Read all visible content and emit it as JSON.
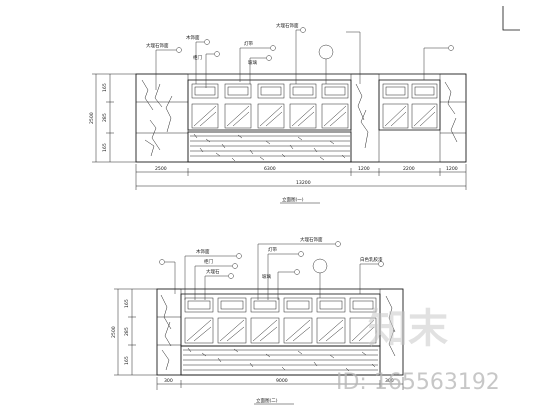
{
  "drawing": {
    "top_elevation": {
      "caption": "立面图(一)",
      "callouts": [
        "大理石饰面",
        "木饰面",
        "柜门",
        "灯带",
        "玻璃",
        "大理石饰面"
      ],
      "row_heights": [
        "165",
        "285",
        "165"
      ],
      "overall_height": "2500",
      "dims_bottom": [
        "2500",
        "6300",
        "1200",
        "2200",
        "1200"
      ],
      "overall_width": "13200"
    },
    "bottom_elevation": {
      "caption": "立面图(二)",
      "callouts": [
        "木饰面",
        "柜门",
        "大理石",
        "大理石饰面",
        "灯带",
        "玻璃",
        "白色乳胶漆"
      ],
      "row_heights": [
        "165",
        "285",
        "165"
      ],
      "overall_height": "2500",
      "dims_bottom": [
        "300",
        "9000",
        "300"
      ]
    },
    "watermark": {
      "logo_text": "知末",
      "id_text": "ID: 165563192"
    }
  }
}
